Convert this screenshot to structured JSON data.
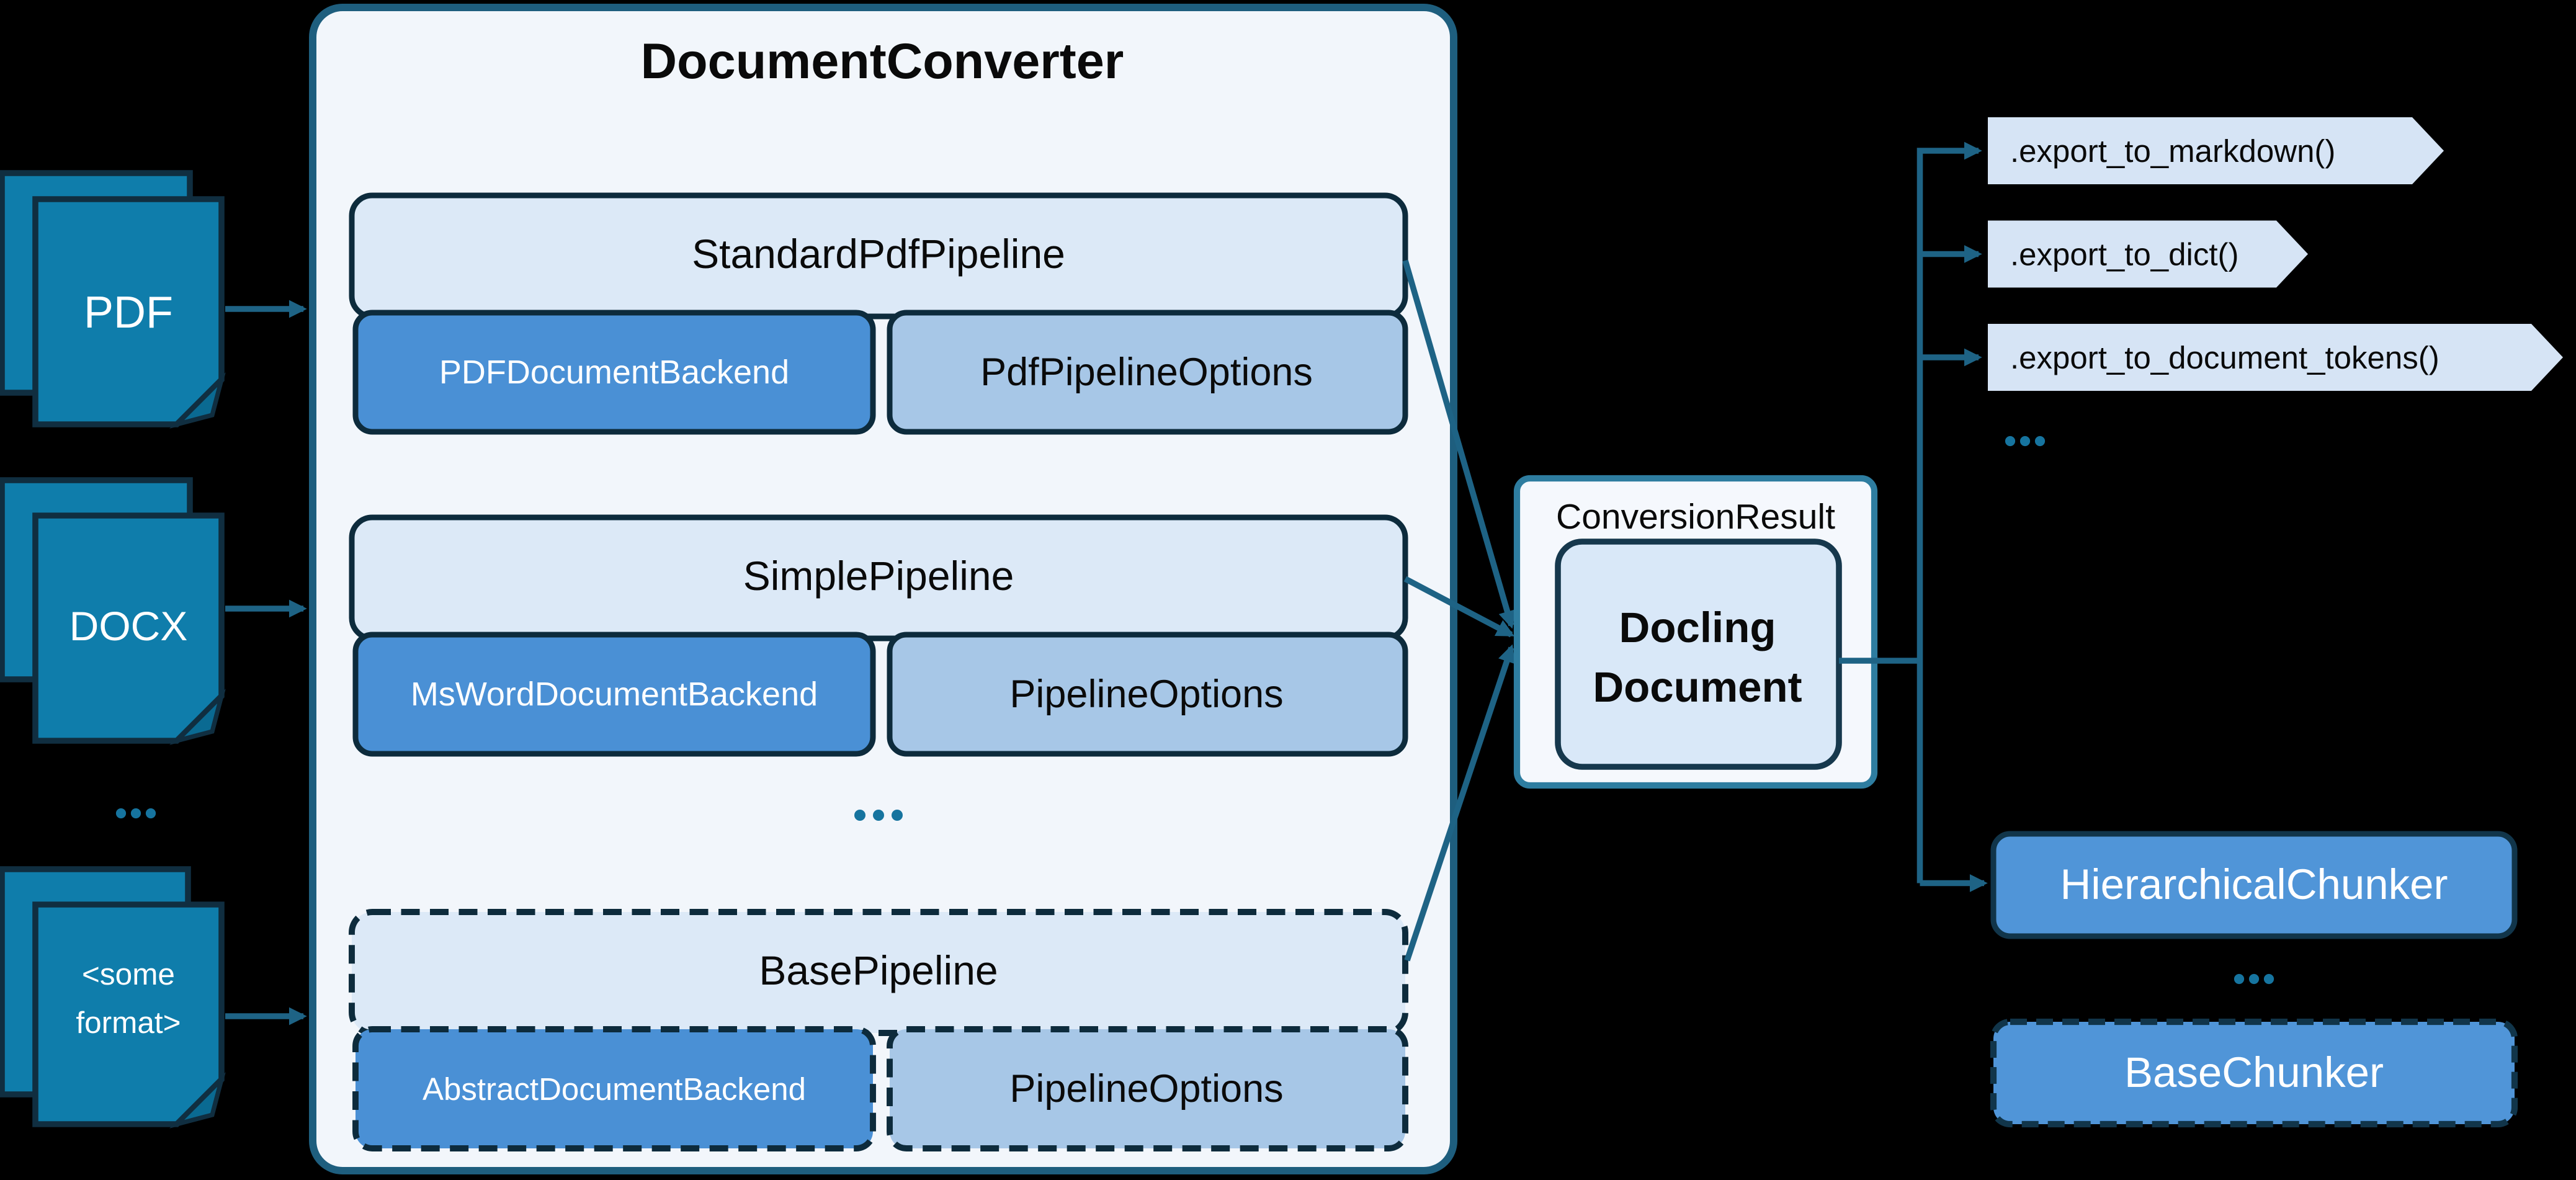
{
  "diagram": {
    "background": "#000000",
    "sources": [
      {
        "label": "PDF"
      },
      {
        "label": "DOCX"
      },
      {
        "label": "<some format>",
        "line1": "<some",
        "line2": "format>"
      }
    ],
    "sources_ellipsis": "...",
    "converter": {
      "title": "DocumentConverter",
      "pipelines": [
        {
          "name": "StandardPdfPipeline",
          "backend": "PDFDocumentBackend",
          "options": "PdfPipelineOptions",
          "style": "solid"
        },
        {
          "name": "SimplePipeline",
          "backend": "MsWordDocumentBackend",
          "options": "PipelineOptions",
          "style": "solid"
        },
        {
          "name": "BasePipeline",
          "backend": "AbstractDocumentBackend",
          "options": "PipelineOptions",
          "style": "dashed"
        }
      ],
      "ellipsis": "..."
    },
    "result": {
      "label": "ConversionResult",
      "document": "Docling Document",
      "doc_line1": "Docling",
      "doc_line2": "Document"
    },
    "exports": [
      {
        "label": ".export_to_markdown()"
      },
      {
        "label": ".export_to_dict()"
      },
      {
        "label": ".export_to_document_tokens()"
      }
    ],
    "exports_ellipsis": "...",
    "chunkers": [
      {
        "label": "HierarchicalChunker",
        "style": "solid"
      },
      {
        "label": "BaseChunker",
        "style": "dashed"
      }
    ],
    "chunkers_ellipsis": "...",
    "colors": {
      "background": "#000000",
      "doc_icon_fill": "#0F7DAB",
      "doc_icon_fold": "#0A6A92",
      "dark_outline": "#102E40",
      "container_fill": "#F2F6FB",
      "container_border": "#1E5E7E",
      "pipeline_fill": "#DCE9F7",
      "box_border": "#0D2B3C",
      "backend_fill": "#4A90D5",
      "options_fill": "#A7C7E7",
      "result_fill": "#F5F8FD",
      "result_border": "#2E7DA0",
      "docling_fill": "#D9E8F8",
      "banner_fill": "#D6E4F5",
      "chunker_fill": "#5095D8",
      "connector": "#1E6385",
      "ellipsis_dots": "#16749F"
    }
  }
}
